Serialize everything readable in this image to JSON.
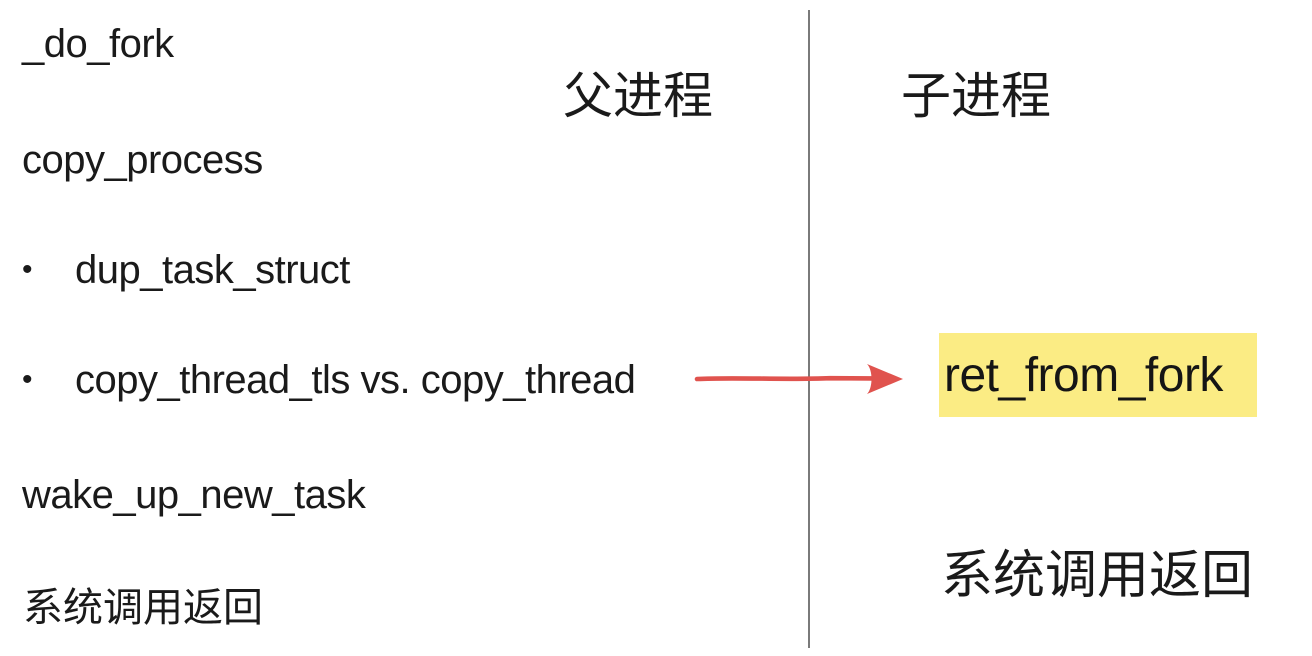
{
  "diagram": {
    "description_labels": {
      "do_fork": "_do_fork",
      "copy_process": "copy_process",
      "dup_task_struct": "dup_task_struct",
      "copy_thread": "copy_thread_tls vs. copy_thread",
      "wake_up_new_task": "wake_up_new_task",
      "syscall_return_left": "系统调用返回"
    },
    "headers": {
      "parent": "父进程",
      "child": "子进程"
    },
    "right_column": {
      "highlight_label": "ret_from_fork",
      "syscall_return": "系统调用返回"
    },
    "bullet_char": "•"
  },
  "colors": {
    "text": "#1a1a1a",
    "divider": "#7a7a7a",
    "arrow": "#e0534e",
    "highlight_bg": "#fbec84"
  }
}
